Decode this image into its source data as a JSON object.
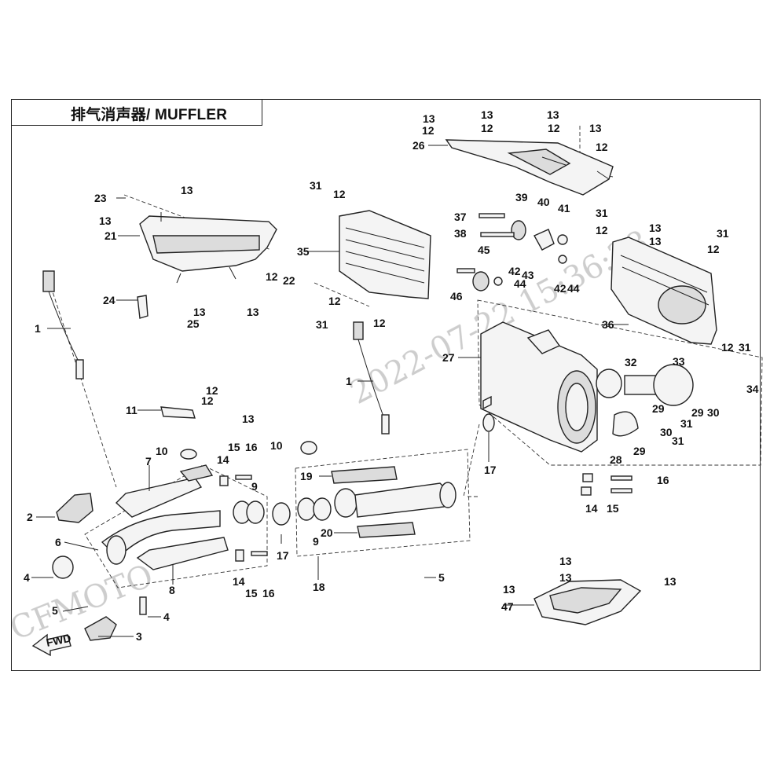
{
  "title": "排气消声器/ MUFFLER",
  "watermarks": {
    "timestamp": "2022-07-22 15:36:28",
    "brand": "CFMOTO"
  },
  "arrow_label": "FWD",
  "callouts": {
    "c1a": "1",
    "c1b": "1",
    "c2": "2",
    "c3": "3",
    "c4a": "4",
    "c4b": "4",
    "c5a": "5",
    "c5b": "5",
    "c6": "6",
    "c7": "7",
    "c8": "8",
    "c9a": "9",
    "c9b": "9",
    "c10a": "10",
    "c10b": "10",
    "c11": "11",
    "c12a": "12",
    "c12b": "12",
    "c12c": "12",
    "c12d": "12",
    "c12e": "12",
    "c12f": "12",
    "c12g": "12",
    "c12h": "12",
    "c12i": "12",
    "c12j": "12",
    "c12k": "12",
    "c12l": "12",
    "c12m": "12",
    "c13a": "13",
    "c13b": "13",
    "c13c": "13",
    "c13d": "13",
    "c13e": "13",
    "c13f": "13",
    "c13g": "13",
    "c13h": "13",
    "c13i": "13",
    "c13j": "13",
    "c13k": "13",
    "c13l": "13",
    "c13m": "13",
    "c13n": "13",
    "c13o": "13",
    "c14a": "14",
    "c14b": "14",
    "c14c": "14",
    "c15a": "15",
    "c15b": "15",
    "c15c": "15",
    "c16a": "16",
    "c16b": "16",
    "c16c": "16",
    "c17a": "17",
    "c17b": "17",
    "c18": "18",
    "c19": "19",
    "c20": "20",
    "c21": "21",
    "c22": "22",
    "c23": "23",
    "c24": "24",
    "c25": "25",
    "c26": "26",
    "c27": "27",
    "c28": "28",
    "c29a": "29",
    "c29b": "29",
    "c29c": "29",
    "c30a": "30",
    "c30b": "30",
    "c31a": "31",
    "c31b": "31",
    "c31c": "31",
    "c31d": "31",
    "c31e": "31",
    "c31f": "31",
    "c31g": "31",
    "c32": "32",
    "c33": "33",
    "c34": "34",
    "c35": "35",
    "c36": "36",
    "c37": "37",
    "c38": "38",
    "c39": "39",
    "c40": "40",
    "c41": "41",
    "c42a": "42",
    "c42b": "42",
    "c43": "43",
    "c44a": "44",
    "c44b": "44",
    "c45": "45",
    "c46": "46",
    "c47": "47"
  }
}
